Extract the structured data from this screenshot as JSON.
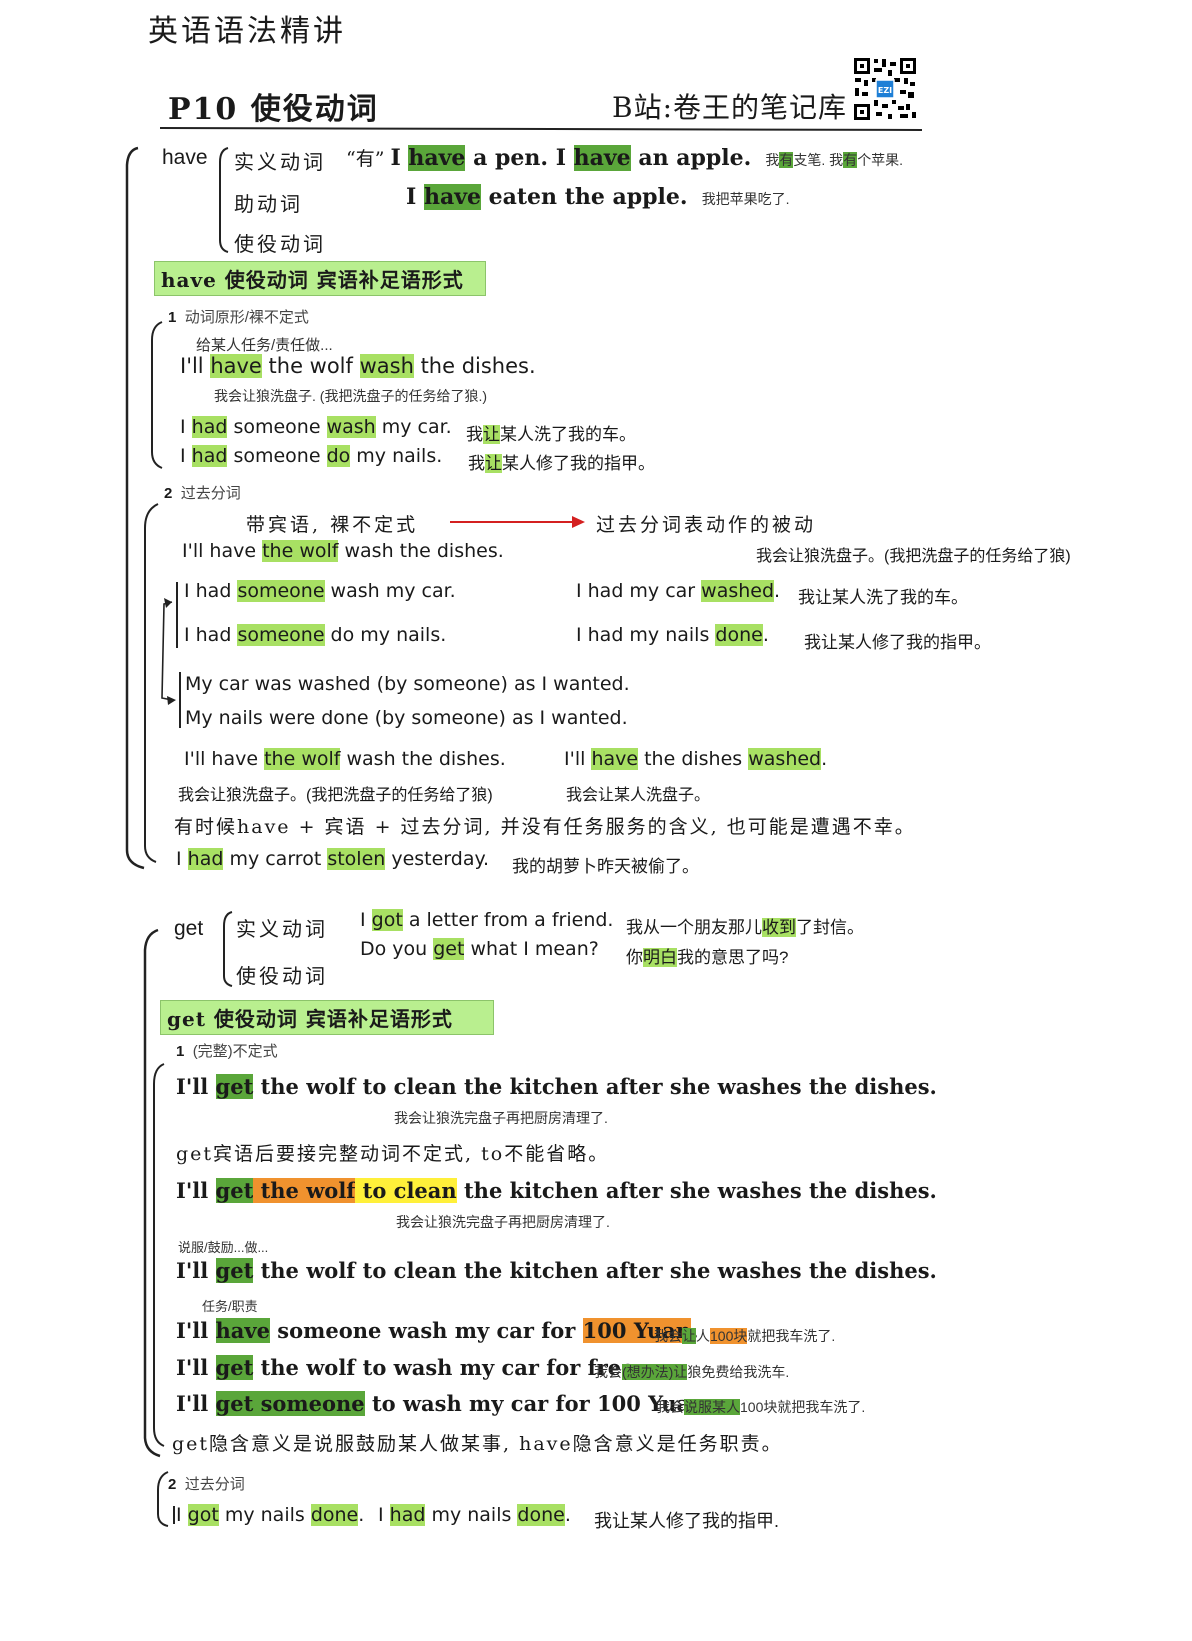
{
  "header": {
    "doc_title": "英语语法精讲",
    "lesson": "P10  使役动词",
    "bilibili": "B站:卷王的笔记库",
    "qr_badge": "EZI"
  },
  "have": {
    "word": "have",
    "kinds": [
      "实义动词",
      "助动词",
      "使役动词"
    ],
    "ex1": {
      "q": "“有”",
      "p1": "I ",
      "v1": "have",
      "p2": " a pen. I ",
      "v2": "have",
      "p3": " an apple.",
      "cn1": "我",
      "cn2": "有",
      "cn3": "支笔. 我",
      "cn4": "有",
      "cn5": "个苹果."
    },
    "ex2": {
      "p1": "I ",
      "v": "have",
      "p2": " eaten the apple.",
      "cn": "我把苹果吃了."
    },
    "section_title": "have  使役动词 宾语补足语形式",
    "s1": {
      "num": "1",
      "label": "动词原形/裸不定式",
      "note": "给某人任务/责任做...",
      "ex": {
        "a": "I'll ",
        "b": "have",
        "c": " the wolf ",
        "d": "wash",
        "e": " the dishes."
      },
      "ex_cn": "我会让狼洗盘子. (我把洗盘子的任务给了狼.)",
      "car": {
        "a": "I ",
        "b": "had",
        "c": " someone ",
        "d": "wash",
        "e": " my car."
      },
      "car_cn": {
        "a": "我",
        "b": "让",
        "c": "某人洗了我的车。"
      },
      "nail": {
        "a": "I ",
        "b": "had",
        "c": " someone ",
        "d": "do",
        "e": " my nails."
      },
      "nail_cn": {
        "a": "我",
        "b": "让",
        "c": "某人修了我的指甲。"
      }
    },
    "s2": {
      "num": "2",
      "label": "过去分词",
      "left_note": "带宾语, 裸不定式",
      "right_note": "过去分词表动作的被动",
      "ex": {
        "a": "I'll have ",
        "b": "the wolf",
        "c": " wash the dishes."
      },
      "ex_cn": "我会让狼洗盘子。(我把洗盘子的任务给了狼)",
      "car_l": {
        "a": "I had ",
        "b": "someone",
        "c": " wash my car."
      },
      "car_r": {
        "a": "I had my car ",
        "b": "washed",
        "c": "."
      },
      "car_cn": "我让某人洗了我的车。",
      "nail_l": {
        "a": "I had ",
        "b": "someone",
        "c": " do my nails."
      },
      "nail_r": {
        "a": "I had my nails ",
        "b": "done",
        "c": "."
      },
      "nail_cn": "我让某人修了我的指甲。",
      "passive1": "My car was washed (by someone) as I wanted.",
      "passive2": "My nails were done (by someone) as I wanted.",
      "cmp_l": {
        "a": "I'll have ",
        "b": "the wolf",
        "c": " wash the dishes."
      },
      "cmp_r": {
        "a": "I'll ",
        "b": "have",
        "c": " the dishes ",
        "d": "washed",
        "e": "."
      },
      "cmp_l_cn": "我会让狼洗盘子。(我把洗盘子的任务给了狼)",
      "cmp_r_cn": "我会让某人洗盘子。",
      "note": "有时候have + 宾语 + 过去分词, 并没有任务服务的含义, 也可能是遭遇不幸。",
      "carrot": {
        "a": "I ",
        "b": "had",
        "c": " my carrot ",
        "d": "stolen",
        "e": " yesterday."
      },
      "carrot_cn": "我的胡萝卜昨天被偷了。"
    }
  },
  "get": {
    "word": "get",
    "kinds": [
      "实义动词",
      "使役动词"
    ],
    "ex1": {
      "a": "I ",
      "b": "got",
      "c": " a letter from a friend."
    },
    "ex1_cn": {
      "a": "我从一个朋友那儿",
      "b": "收到",
      "c": "了封信。"
    },
    "ex2": {
      "a": "Do you ",
      "b": "get",
      "c": " what I mean?"
    },
    "ex2_cn": {
      "a": "你",
      "b": "明白",
      "c": "我的意思了吗?"
    },
    "section_title": "get  使役动词 宾语补足语形式",
    "s1": {
      "num": "1",
      "label": "(完整)不定式",
      "ex1": {
        "a": "I'll ",
        "b": "get",
        "c": " the wolf to clean the kitchen after she washes the dishes."
      },
      "ex1_cn": "我会让狼洗完盘子再把厨房清理了.",
      "rule": "get宾语后要接完整动词不定式, to不能省略。",
      "ex2": {
        "a": "I'll ",
        "b": "get",
        "c": " the wolf",
        "d": " to clean",
        "e": " the kitchen after she washes the dishes."
      },
      "ex2_cn": "我会让狼洗完盘子再把厨房清理了.",
      "persuade": "说服/鼓励...做...",
      "ex3": {
        "a": "I'll ",
        "b": "get",
        "c": " the wolf to clean the kitchen after she washes the dishes."
      },
      "duty": "任务/职责",
      "ex4": {
        "a": "I'll ",
        "b": "have",
        "c": " someone wash my car for ",
        "d": "100 Yuan",
        "e": "."
      },
      "ex4_cn": {
        "a": "我会",
        "b": "让",
        "c": "人",
        "d": "100块",
        "e": "就把我车洗了."
      },
      "ex5": {
        "a": "I'll ",
        "b": "get",
        "c": " the wolf to wash my car for free."
      },
      "ex5_cn": {
        "a": "我会",
        "b": "(想办法)让",
        "c": "狼免费给我洗车."
      },
      "ex6": {
        "a": "I'll ",
        "b": "get someone",
        "c": " to wash my car for 100 Yuan."
      },
      "ex6_cn": {
        "a": "我会",
        "b": "说服某人",
        "c": "100块就把我车洗了."
      },
      "summary": "get隐含意义是说服鼓励某人做某事, have隐含意义是任务职责。"
    },
    "s2": {
      "num": "2",
      "label": "过去分词",
      "ex_l": {
        "a": "I ",
        "b": "got",
        "c": " my nails ",
        "d": "done",
        "e": "."
      },
      "ex_r": {
        "a": "I ",
        "b": "had",
        "c": " my nails ",
        "d": "done",
        "e": "."
      },
      "cn": "我让某人修了我的指甲."
    }
  }
}
